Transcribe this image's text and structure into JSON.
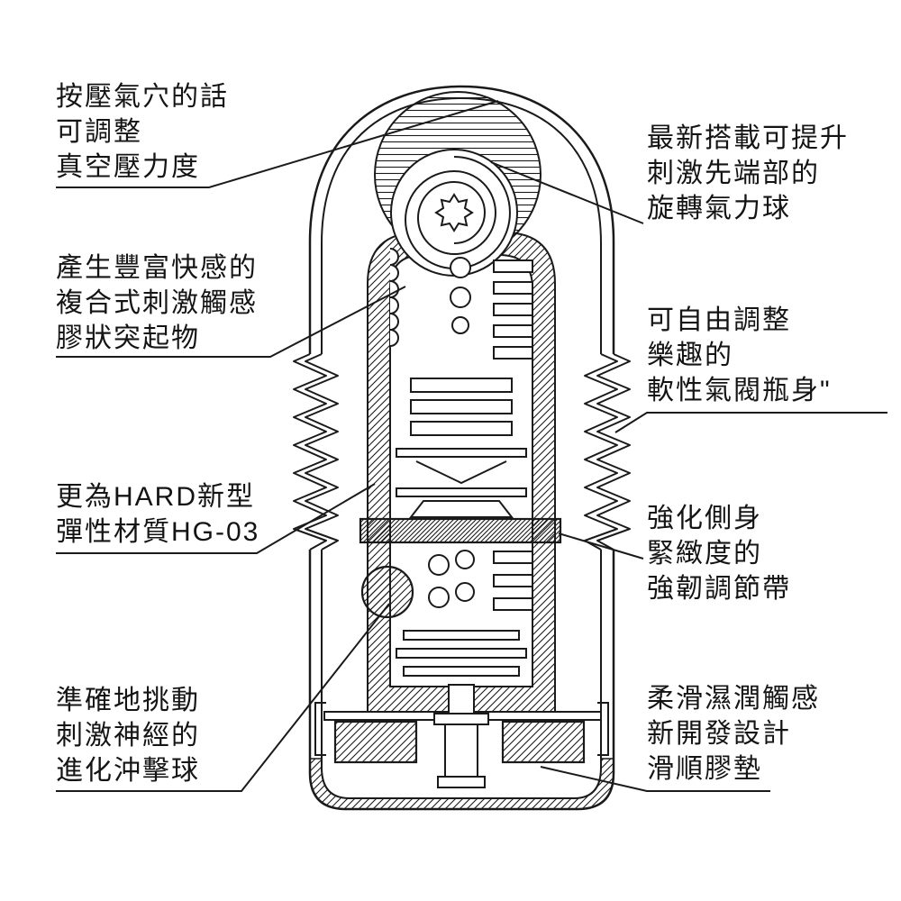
{
  "diagram": {
    "title": "product-cutaway-annotated-diagram",
    "colors": {
      "line": "#1a1a1a",
      "background": "#ffffff"
    },
    "labels": {
      "left": [
        {
          "id": "vacuum-pressure",
          "lines": [
            "按壓氣穴的話",
            "可調整",
            "真空壓力度"
          ]
        },
        {
          "id": "gel-nubs",
          "lines": [
            "產生豐富快感的",
            "複合式刺激觸感",
            "膠狀突起物"
          ]
        },
        {
          "id": "material",
          "lines": [
            "更為HARD新型",
            "彈性材質HG-03"
          ]
        },
        {
          "id": "impact-ball",
          "lines": [
            "準確地挑動",
            "刺激神經的",
            "進化沖擊球"
          ]
        }
      ],
      "right": [
        {
          "id": "rotating-ball",
          "lines": [
            "最新搭載可提升",
            "刺激先端部的",
            "旋轉氣力球"
          ]
        },
        {
          "id": "soft-valve-body",
          "lines": [
            "可自由調整",
            "樂趣的",
            "軟性氣閥瓶身\""
          ]
        },
        {
          "id": "tension-band",
          "lines": [
            "強化側身",
            "緊緻度的",
            "強韌調節帶"
          ]
        },
        {
          "id": "gel-pad",
          "lines": [
            "柔滑濕潤觸感",
            "新開發設計",
            "滑順膠墊"
          ]
        }
      ]
    }
  }
}
